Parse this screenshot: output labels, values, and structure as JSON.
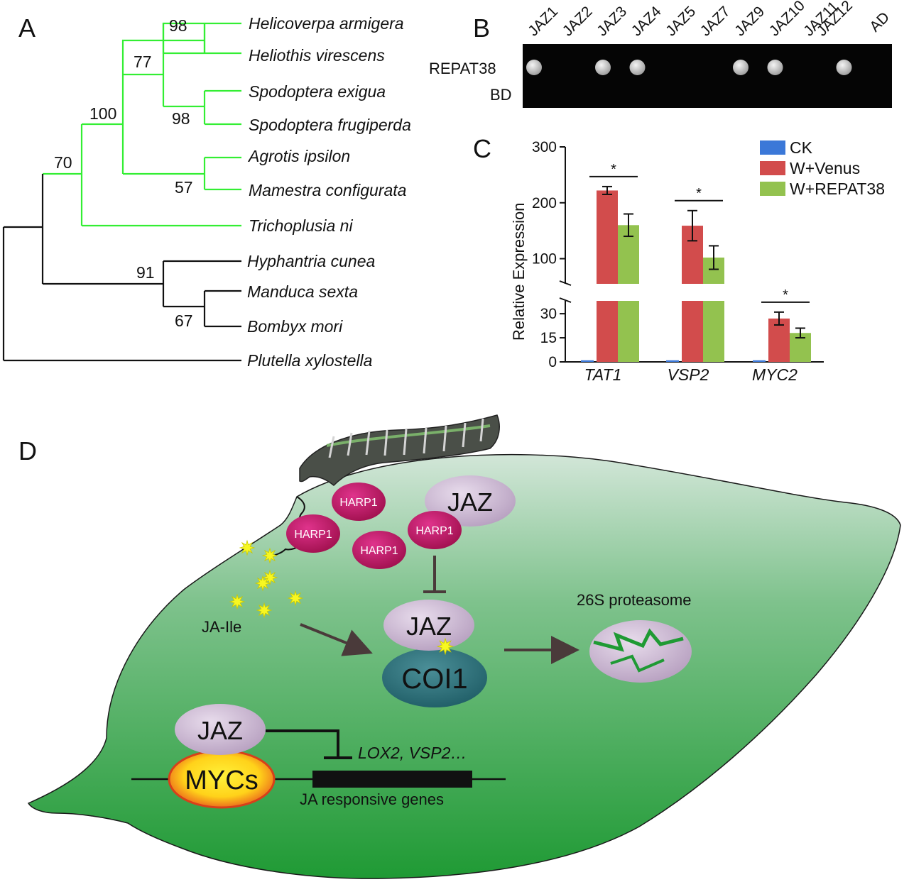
{
  "panels": {
    "a": {
      "label": "A"
    },
    "b": {
      "label": "B"
    },
    "c": {
      "label": "C"
    },
    "d": {
      "label": "D"
    }
  },
  "tree": {
    "species": [
      "Helicoverpa armigera",
      "Heliothis virescens",
      "Spodoptera exigua",
      "Spodoptera frugiperda",
      "Agrotis ipsilon",
      "Mamestra configurata",
      "Trichoplusia ni",
      "Hyphantria cunea",
      "Manduca sexta",
      "Bombyx mori",
      "Plutella xylostella"
    ],
    "bootstrap": [
      "98",
      "77",
      "100",
      "98",
      "70",
      "57",
      "91",
      "67"
    ],
    "colors": {
      "highlight": "#33ee33",
      "default": "#111111"
    }
  },
  "y2h": {
    "columns": [
      "JAZ1",
      "JAZ2",
      "JAZ3",
      "JAZ4",
      "JAZ5",
      "JAZ7",
      "JAZ9",
      "JAZ10",
      "JAZ11",
      "JAZ12",
      "AD"
    ],
    "rows": [
      "REPAT38",
      "BD"
    ],
    "growth": {
      "REPAT38": [
        1,
        0,
        1,
        1,
        0,
        0,
        1,
        1,
        0,
        1,
        0
      ],
      "BD": [
        0,
        0,
        0,
        0,
        0,
        0,
        0,
        0,
        0,
        0,
        0
      ]
    }
  },
  "chart_data": {
    "type": "bar",
    "ylabel": "Relative Expression",
    "categories": [
      "TAT1",
      "VSP2",
      "MYC2"
    ],
    "series": [
      {
        "name": "CK",
        "color": "#3b78d8",
        "values": [
          1,
          1,
          1
        ]
      },
      {
        "name": "W+Venus",
        "color": "#d24c4c",
        "values": [
          222,
          159,
          27
        ],
        "errors": [
          7,
          27,
          4
        ]
      },
      {
        "name": "W+REPAT38",
        "color": "#93c24f",
        "values": [
          160,
          102,
          18
        ],
        "errors": [
          20,
          21,
          3
        ]
      }
    ],
    "yticks": [
      "300",
      "200",
      "100",
      "30",
      "15",
      "0"
    ],
    "broken_axis": {
      "lower_range": [
        0,
        38
      ],
      "upper_range": [
        55,
        300
      ]
    },
    "significance": [
      "*",
      "*",
      "*"
    ],
    "legend": "top-right"
  },
  "model": {
    "harp1": "HARP1",
    "jaz": "JAZ",
    "coi1": "COI1",
    "mycs": "MYCs",
    "ja_ile": "JA-Ile",
    "proteasome": "26S proteasome",
    "genes_italic": "LOX2, VSP2…",
    "responsive_genes": "JA responsive genes"
  }
}
